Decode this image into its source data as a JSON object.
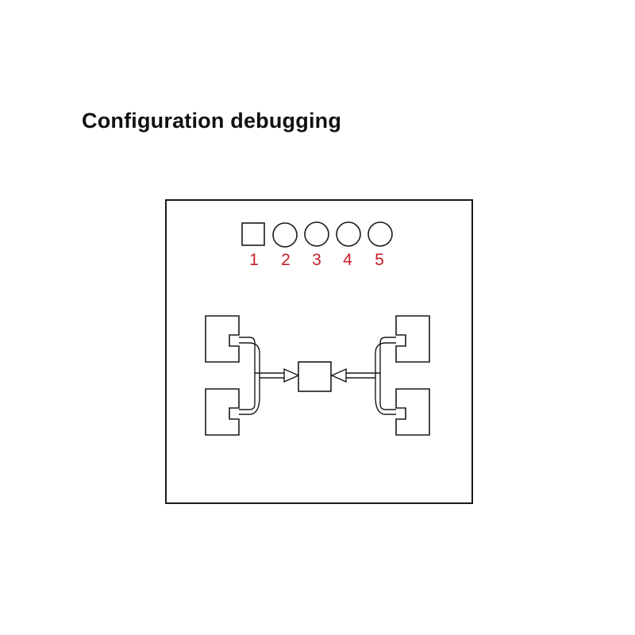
{
  "title": "Configuration debugging",
  "colors": {
    "outline": "#1a1a1a",
    "pin_label": "#c8202a",
    "background": "#ffffff"
  },
  "pins": [
    {
      "label": "1",
      "shape": "square"
    },
    {
      "label": "2",
      "shape": "circle"
    },
    {
      "label": "3",
      "shape": "circle"
    },
    {
      "label": "4",
      "shape": "circle"
    },
    {
      "label": "5",
      "shape": "circle"
    }
  ]
}
